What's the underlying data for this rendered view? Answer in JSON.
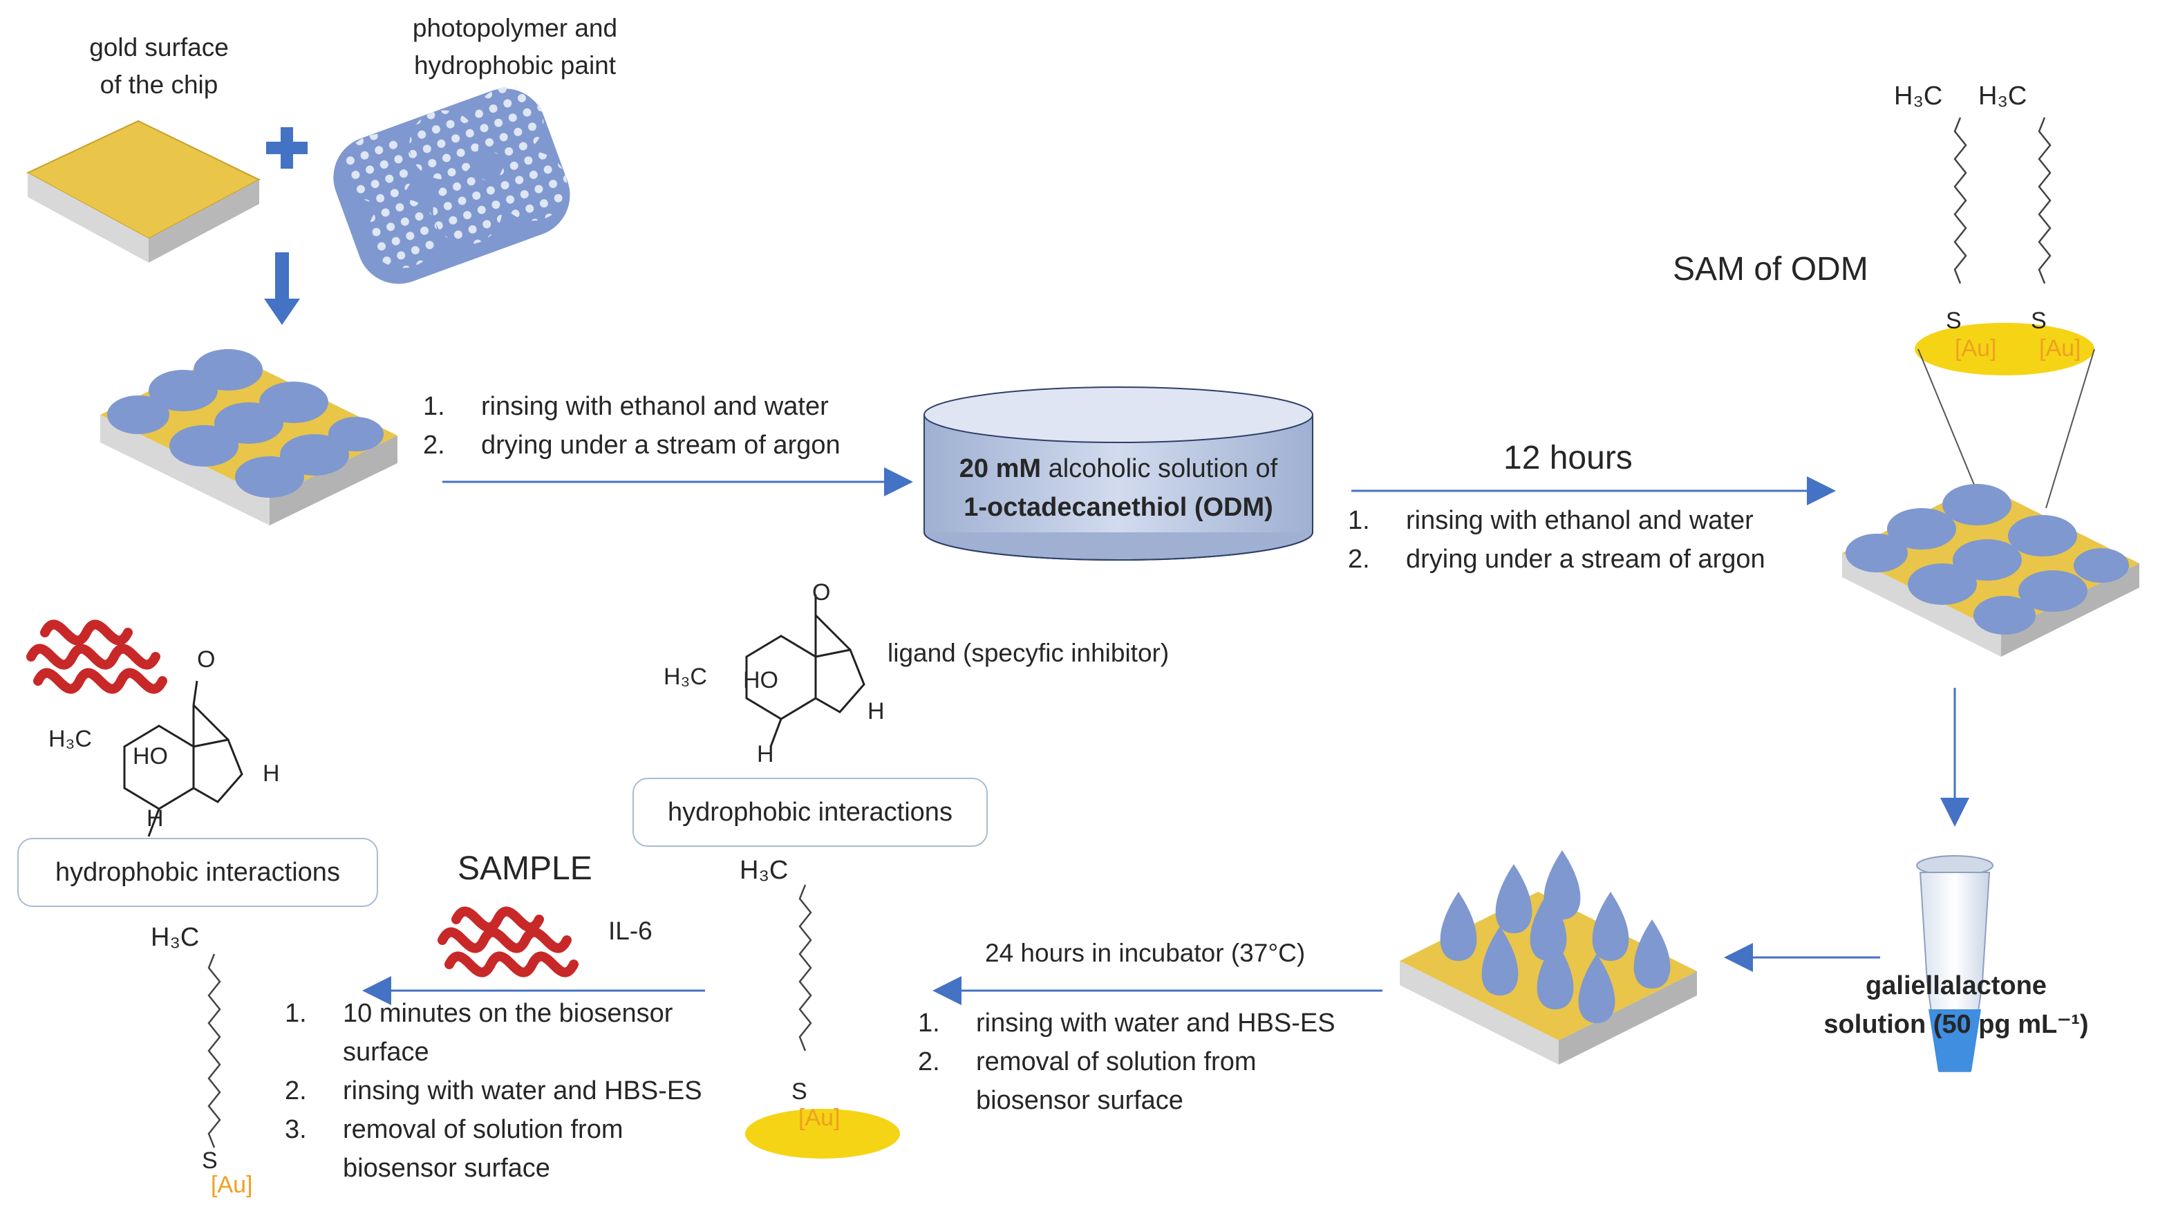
{
  "labels": {
    "gold_surface_1": "gold surface",
    "gold_surface_2": "of the chip",
    "photopolymer_1": "photopolymer and",
    "photopolymer_2": "hydrophobic paint",
    "sam": "SAM of ODM",
    "hours12": "12 hours",
    "ligand": "ligand (specyfic inhibitor)",
    "hydrophobic_right": "hydrophobic interactions",
    "hydrophobic_left": "hydrophobic interactions",
    "sample": "SAMPLE",
    "il6": "IL-6",
    "incubator": "24 hours in incubator (37°C)",
    "galiella_1": "galiellalactone",
    "galiella_2": "solution (50 pg mL⁻¹)"
  },
  "cylinder": {
    "line1_bold": "20 mM",
    "line1_rest": " alcoholic solution of",
    "line2": "1-octadecanethiol (ODM)"
  },
  "steps_a": [
    {
      "n": "1.",
      "text": "rinsing with ethanol and water"
    },
    {
      "n": "2.",
      "text": "drying under a stream of argon"
    }
  ],
  "steps_b": [
    {
      "n": "1.",
      "text": "rinsing with ethanol and water"
    },
    {
      "n": "2.",
      "text": "drying under a stream of argon"
    }
  ],
  "steps_c": [
    {
      "n": "1.",
      "text": "rinsing with water and HBS-ES"
    },
    {
      "n": "2.",
      "text": "removal of solution from",
      "text2": "biosensor surface"
    }
  ],
  "steps_d": [
    {
      "n": "1.",
      "text": "10 minutes on the biosensor",
      "text2": "surface"
    },
    {
      "n": "2.",
      "text": "rinsing with water and HBS-ES"
    },
    {
      "n": "3.",
      "text": "removal of solution from",
      "text2": "biosensor surface"
    }
  ],
  "chem": {
    "h3c": "H₃C",
    "s": "S",
    "au": "[Au]",
    "o": "O",
    "ho": "HO",
    "h": "H"
  },
  "colors": {
    "gold": "#f2c744",
    "chip_blue": "#6b86c4",
    "arrow": "#4472c4",
    "cylinder": "#c9d3e6",
    "au_text": "#f0a020",
    "helix": "#c82828"
  }
}
